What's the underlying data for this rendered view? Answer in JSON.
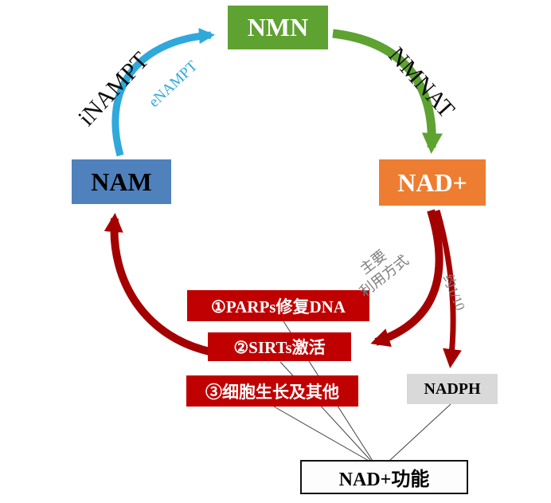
{
  "nodes": {
    "nmn": {
      "label": "NMN",
      "color": "#5ea231",
      "text_color": "#ffffff"
    },
    "nam": {
      "label": "NAM",
      "color": "#4f81bd",
      "text_color": "#000000"
    },
    "nad": {
      "label": "NAD+",
      "color": "#ed7d31",
      "text_color": "#ffffff"
    },
    "nadph": {
      "label": "NADPH",
      "color": "#d9d9d9",
      "text_color": "#000000"
    },
    "nad_function": {
      "label": "NAD+功能",
      "color": "#fdfdfd",
      "text_color": "#000000"
    }
  },
  "function_items": [
    {
      "label": "①PARPs修复DNA"
    },
    {
      "label": "②SIRTs激活"
    },
    {
      "label": "③细胞生长及其他"
    }
  ],
  "function_item_color": "#c00000",
  "arrow_labels": {
    "inampt": "iNAMPT",
    "enampt": "eNAMPT",
    "nmnat": "NMNAT",
    "main_usage_line1": "主要",
    "main_usage_line2": "利用方式",
    "ratio": "约1/10"
  },
  "arrow_colors": {
    "blue": "#2fa8dc",
    "green": "#5ea231",
    "red": "#a40000",
    "connector_line": "#404040"
  }
}
